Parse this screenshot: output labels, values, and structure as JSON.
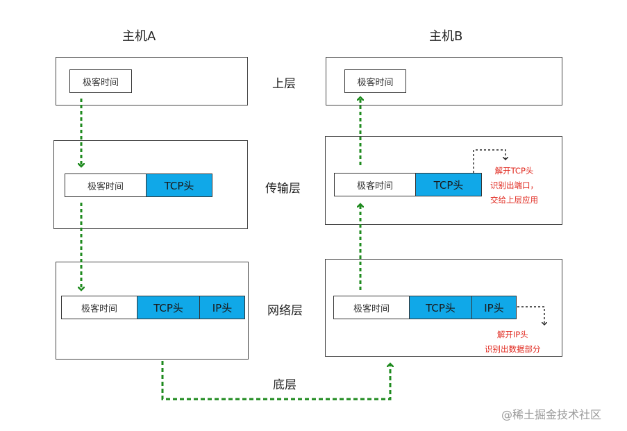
{
  "hosts": {
    "a_title": "主机A",
    "b_title": "主机B"
  },
  "layers": {
    "upper": "上层",
    "transport": "传输层",
    "network": "网络层",
    "bottom": "底层"
  },
  "packet": {
    "data_label": "极客时间",
    "tcp_label": "TCP头",
    "ip_label": "IP头"
  },
  "notes": {
    "transport_lines": [
      "解开TCP头",
      "识别出端口，",
      "交给上层应用"
    ],
    "network_lines": [
      "解开IP头",
      "识别出数据部分"
    ]
  },
  "watermark": "@稀土掘金技术社区",
  "colors": {
    "header_fill": "#10a8e8",
    "arrow_green": "#1e8a1e",
    "note_red": "#e0271d",
    "border": "#444444"
  }
}
